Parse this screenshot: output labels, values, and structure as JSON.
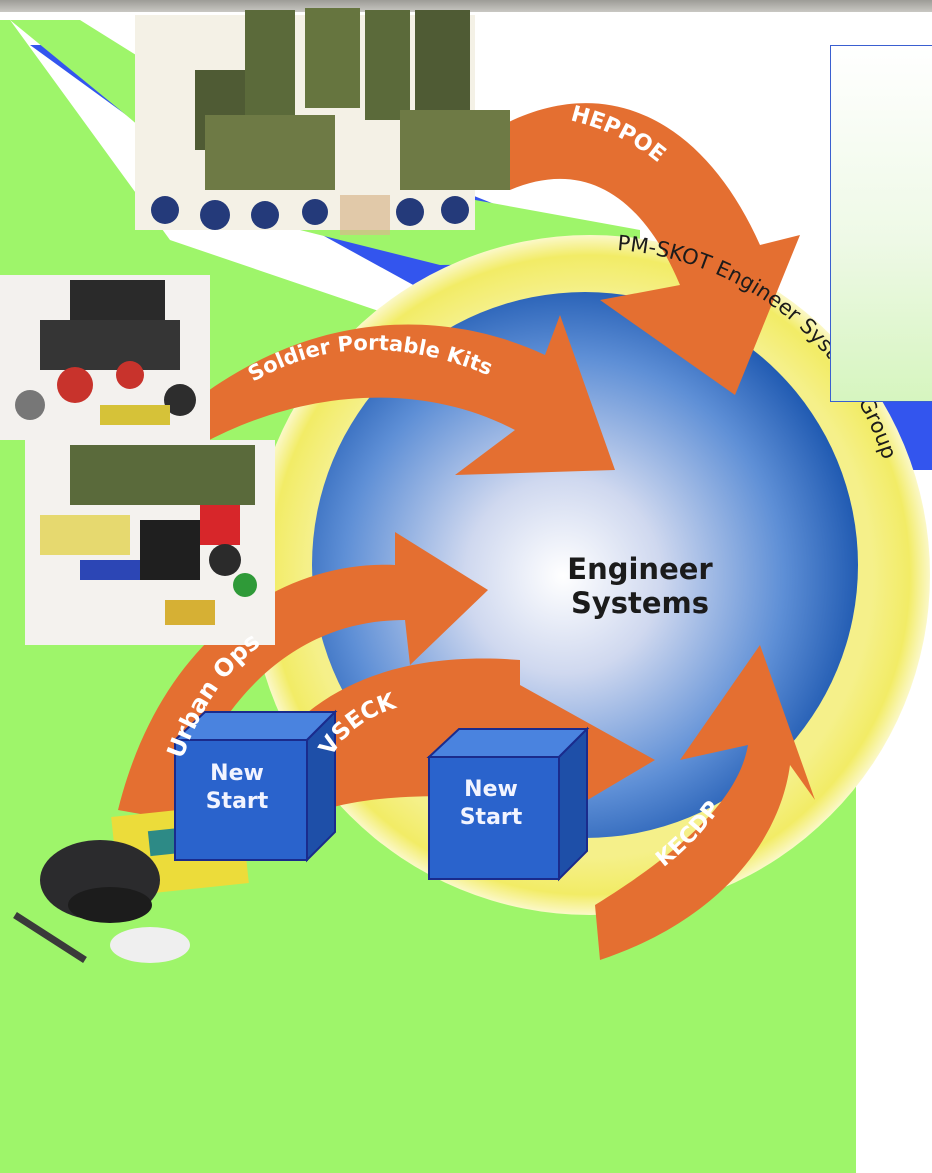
{
  "center": {
    "line1": "Engineer",
    "line2": "Systems"
  },
  "ring_label": "PM-SKOT Engineer Systems Group",
  "arrows": {
    "heppoe": "HEPPOE",
    "spk": "Soldier Portable Kits",
    "urban": "Urban Ops",
    "vseck": "VSECK",
    "kecdp": "KECDP"
  },
  "boxes": [
    {
      "line1": "New",
      "line2": "Start"
    },
    {
      "line1": "New",
      "line2": "Start"
    }
  ],
  "colors": {
    "green_bg": "#9ef56a",
    "blue_accent": "#3355ee",
    "arrow": "#e46f31",
    "ring": "#f2ed6d",
    "sphere_edge": "#1f5db7",
    "cube_face": "#2a63cc"
  }
}
